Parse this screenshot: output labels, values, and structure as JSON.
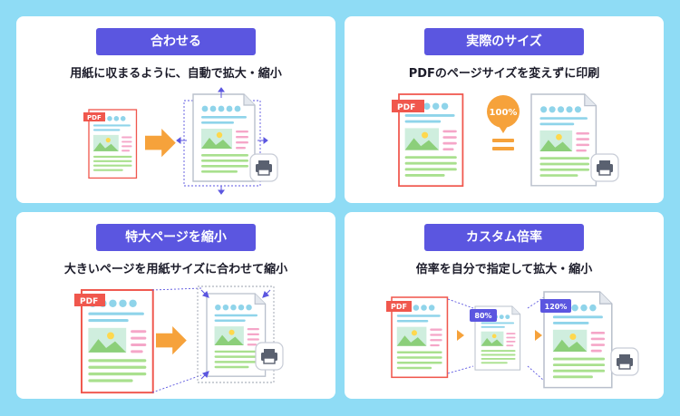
{
  "panels": [
    {
      "title": "合わせる",
      "subtitle": "用紙に収まるように、自動で拡大・縮小"
    },
    {
      "title": "実際のサイズ",
      "subtitle": "PDFのページサイズを変えずに印刷",
      "badge": "100%"
    },
    {
      "title": "特大ページを縮小",
      "subtitle": "大きいページを用紙サイズに合わせて縮小"
    },
    {
      "title": "カスタム倍率",
      "subtitle": "倍率を自分で指定して拡大・縮小",
      "small_badge": "80%",
      "large_badge": "120%"
    }
  ],
  "pdf_tag": "PDF",
  "colors": {
    "background": "#8fdcf5",
    "accent": "#5b56e0",
    "pdf_red": "#f0574d",
    "arrow_orange": "#f6a23b",
    "text_lines_green": "#a9e08e",
    "header_lines_cyan": "#8fd4ea",
    "pink_lines": "#f5a6c8"
  },
  "icons": [
    "printer-icon",
    "arrow-right-icon",
    "equals-icon",
    "resize-arrow-icon"
  ]
}
